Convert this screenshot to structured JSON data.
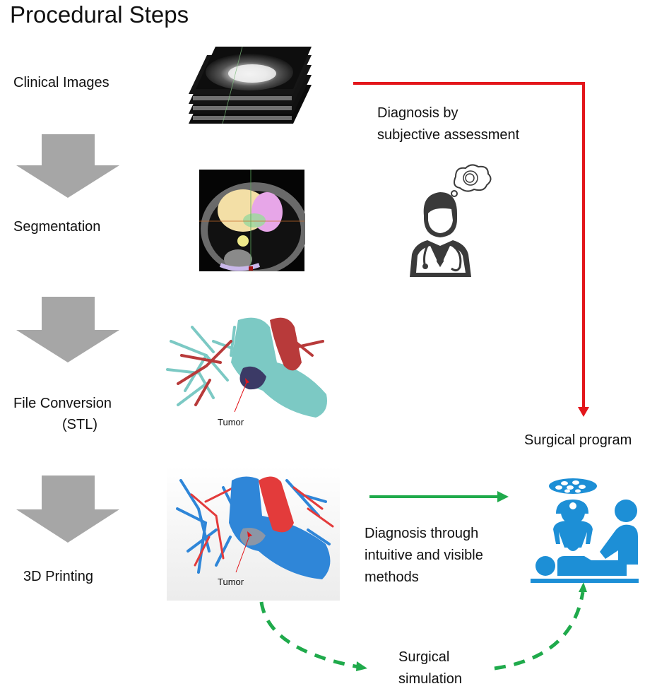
{
  "title": "Procedural Steps",
  "steps": [
    {
      "label": "Clinical Images"
    },
    {
      "label": "Segmentation"
    },
    {
      "label": "File Conversion",
      "sublabel": "(STL)"
    },
    {
      "label": "3D Printing"
    }
  ],
  "annotations": {
    "tumor_stl": "Tumor",
    "tumor_print": "Tumor"
  },
  "paths": {
    "subjective": {
      "line1": "Diagnosis by",
      "line2": "subjective assessment"
    },
    "intuitive": {
      "line1": "Diagnosis through",
      "line2": "intuitive and visible",
      "line3": "methods"
    },
    "surgical_program": "Surgical program",
    "surgical_simulation": {
      "line1": "Surgical",
      "line2": "simulation"
    }
  },
  "icons": {
    "step_arrow": "down-arrow-icon",
    "doctor": "doctor-thinking-icon",
    "surgery": "operating-room-icon",
    "ct_stack": "ct-slices-image",
    "segmentation": "segmentation-image",
    "stl_model": "stl-heart-model-image",
    "printed_model": "3d-printed-heart-model-image"
  },
  "colors": {
    "step_arrow": "#a6a6a6",
    "red_path": "#e3161b",
    "green_path": "#1faa4b",
    "surgery_icon": "#1d8fd6",
    "doctor_icon": "#3a3a3a",
    "stl_cyan": "#7cc9c4",
    "stl_red": "#b83a3a",
    "print_blue": "#2f86d8",
    "print_red": "#e33b3b"
  }
}
